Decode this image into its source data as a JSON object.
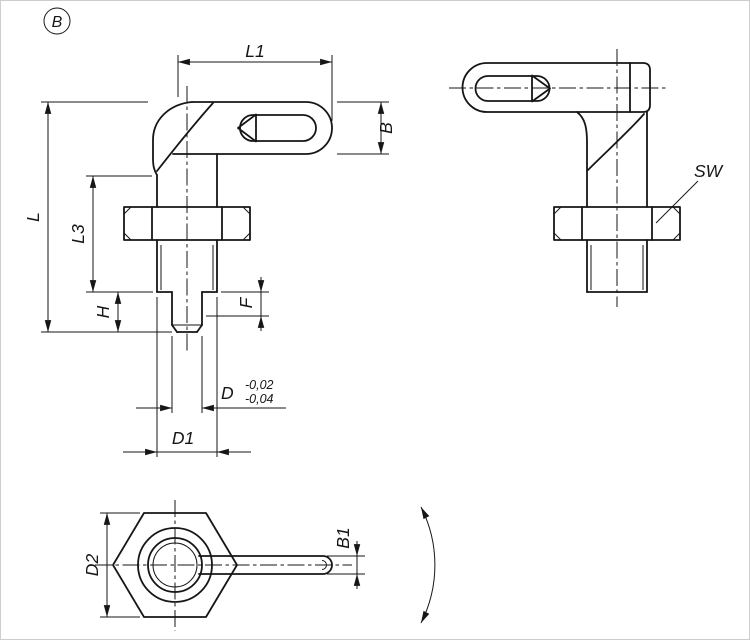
{
  "drawing": {
    "view_label": "B",
    "labels": {
      "l1": "L1",
      "b": "B",
      "l": "L",
      "l3": "L3",
      "h": "H",
      "f": "F",
      "d": "D",
      "d_tol_upper": "-0,02",
      "d_tol_lower": "-0,04",
      "d1": "D1",
      "sw": "SW",
      "d2": "D2",
      "b1": "B1"
    },
    "colors": {
      "line": "#161616",
      "background": "#ffffff",
      "frame": "#cdcdcd"
    }
  }
}
